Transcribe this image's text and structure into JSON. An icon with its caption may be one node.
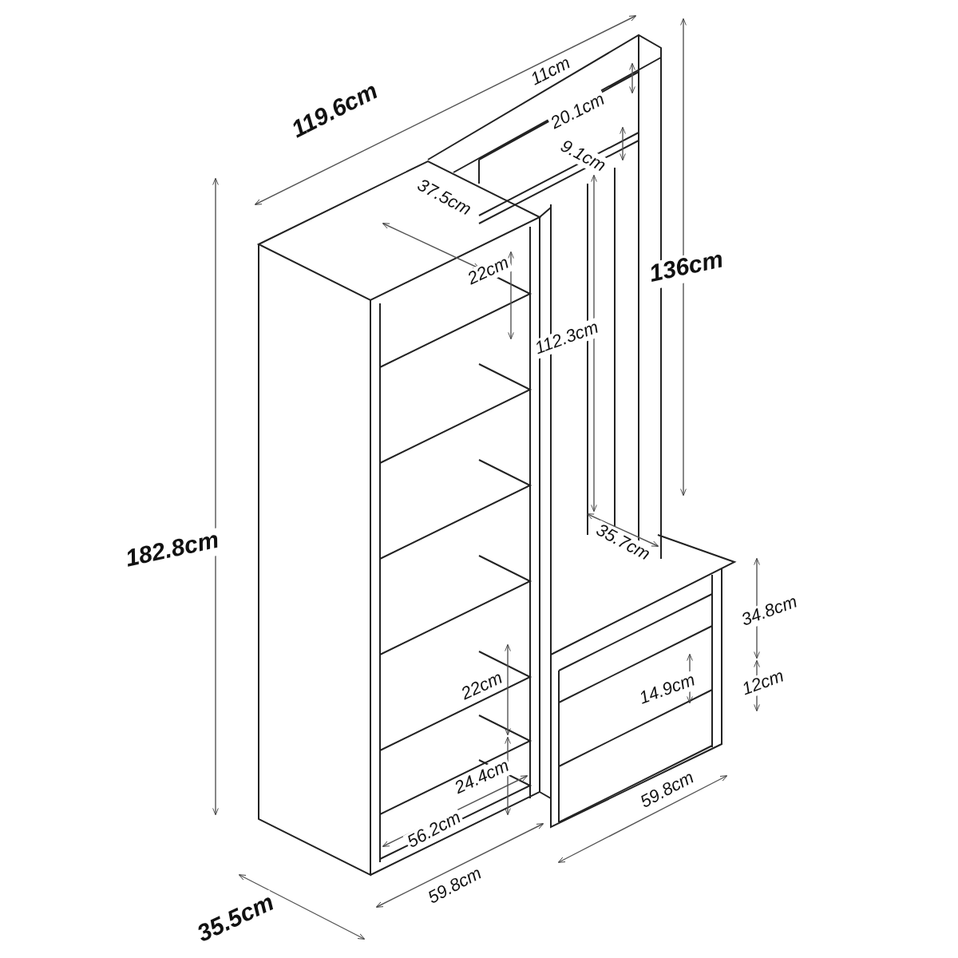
{
  "diagram": {
    "labels": [
      "119.6cm",
      "11cm",
      "20.1cm",
      "9.1cm",
      "37.5cm",
      "22cm",
      "136cm",
      "112.3cm",
      "182.8cm",
      "35.7cm",
      "34.8cm",
      "22cm",
      "14.9cm",
      "12cm",
      "24.4cm",
      "56.2cm",
      "59.8cm",
      "59.8cm",
      "35.5cm"
    ]
  }
}
